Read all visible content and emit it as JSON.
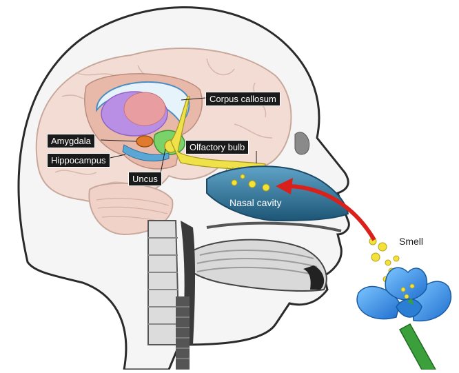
{
  "labels": {
    "corpus_callosum": "Corpus callosum",
    "amygdala": "Amygdala",
    "olfactory_bulb": "Olfactory bulb",
    "hippocampus": "Hippocampus",
    "uncus": "Uncus",
    "nasal_cavity": "Nasal cavity",
    "smell": "Smell"
  },
  "colors": {
    "brain": "#f2dcd4",
    "brain_outline": "#c9a89c",
    "skin": "#f4f4f4",
    "nasal_cavity": "#2e6f93",
    "arrow": "#d9201a",
    "flower": "#3a9ae0",
    "stem": "#3ba03b",
    "odor_particles": "#f3e23a",
    "olfactory_tract": "#efe14a",
    "ventricle": "#b98fe6",
    "amygdala": "#e07a2c",
    "label_bg": "#1a1a1a"
  }
}
